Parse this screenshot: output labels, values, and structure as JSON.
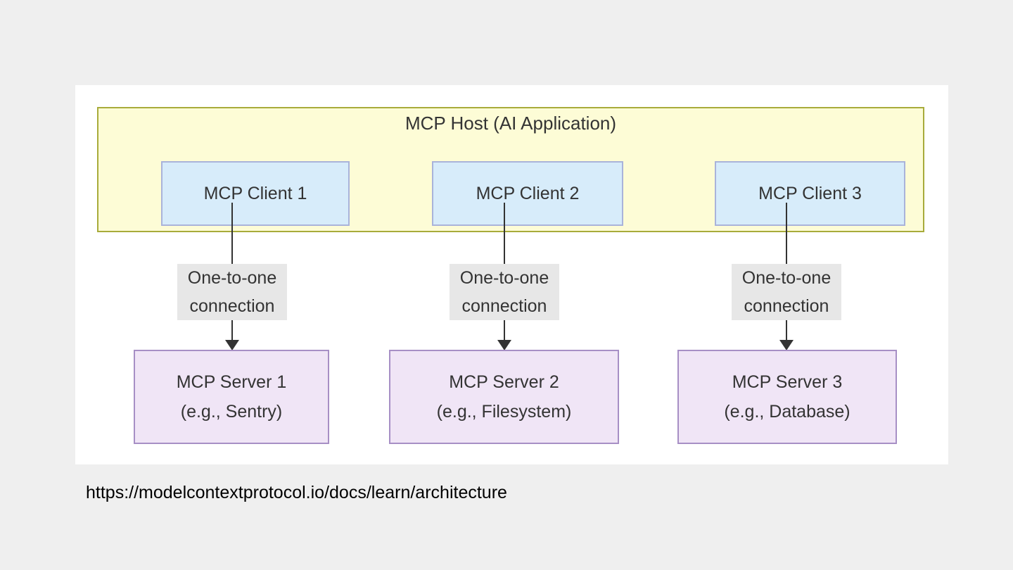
{
  "page": {
    "background_color": "#efefef",
    "panel_color": "#ffffff"
  },
  "diagram": {
    "host": {
      "label": "MCP Host (AI Application)",
      "fill": "#fdfcd6",
      "border": "#a8ab3b"
    },
    "client_style": {
      "fill": "#d7ecfa",
      "border": "#a9b3da"
    },
    "clients": [
      {
        "label": "MCP Client 1"
      },
      {
        "label": "MCP Client 2"
      },
      {
        "label": "MCP Client 3"
      }
    ],
    "connections": [
      {
        "line1": "One-to-one",
        "line2": "connection"
      },
      {
        "line1": "One-to-one",
        "line2": "connection"
      },
      {
        "line1": "One-to-one",
        "line2": "connection"
      }
    ],
    "connection_label_bg": "#e7e7e7",
    "edge_color": "#333333",
    "server_style": {
      "fill": "#f0e5f6",
      "border": "#a78fc5"
    },
    "servers": [
      {
        "name": "MCP Server 1",
        "example": "(e.g., Sentry)"
      },
      {
        "name": "MCP Server 2",
        "example": "(e.g., Filesystem)"
      },
      {
        "name": "MCP Server 3",
        "example": "(e.g., Database)"
      }
    ],
    "text_color": "#333333"
  },
  "footer": {
    "url": "https://modelcontextprotocol.io/docs/learn/architecture"
  }
}
